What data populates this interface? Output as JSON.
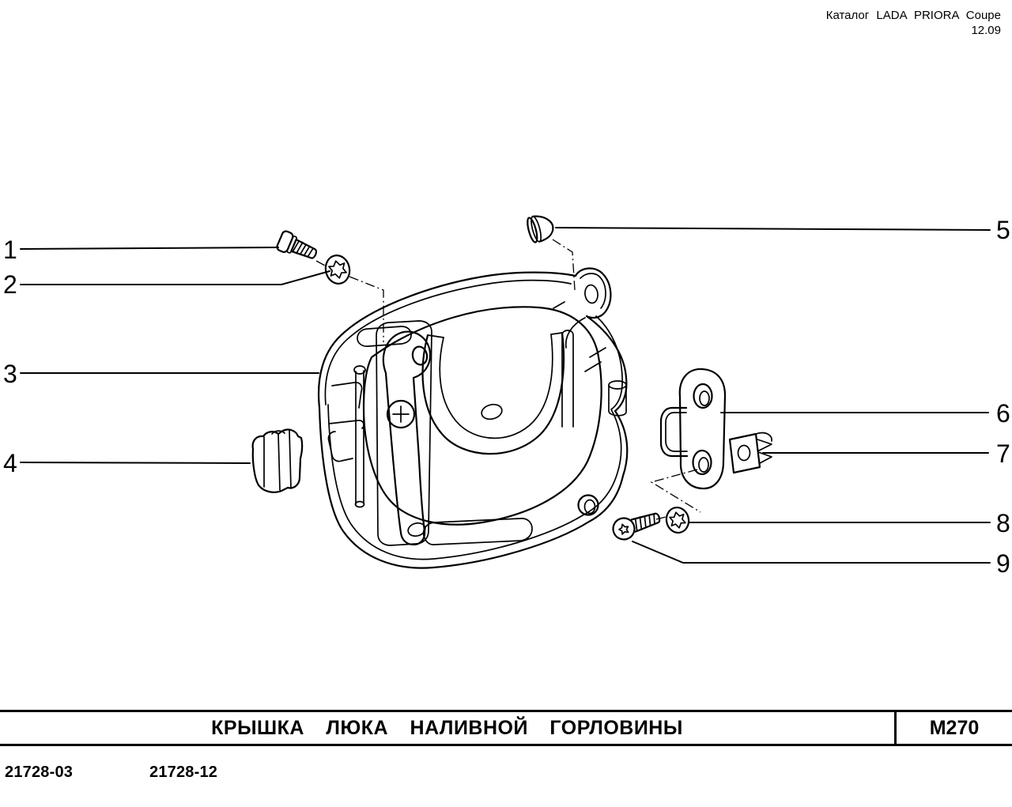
{
  "page": {
    "background_color": "#ffffff",
    "line_color": "#000000"
  },
  "header": {
    "catalog_line": "Каталог LADA PRIORA Coupe",
    "edition_line": "12.09"
  },
  "diagram": {
    "callouts": [
      {
        "label": "1"
      },
      {
        "label": "2"
      },
      {
        "label": "3"
      },
      {
        "label": "4"
      },
      {
        "label": "5"
      },
      {
        "label": "6"
      },
      {
        "label": "7"
      },
      {
        "label": "8"
      },
      {
        "label": "9"
      }
    ]
  },
  "title_block": {
    "title": "КРЫШКА ЛЮКА НАЛИВНОЙ ГОРЛОВИНЫ",
    "section_code": "M270"
  },
  "footer": {
    "part_numbers": [
      "21728-03",
      "21728-12"
    ]
  }
}
